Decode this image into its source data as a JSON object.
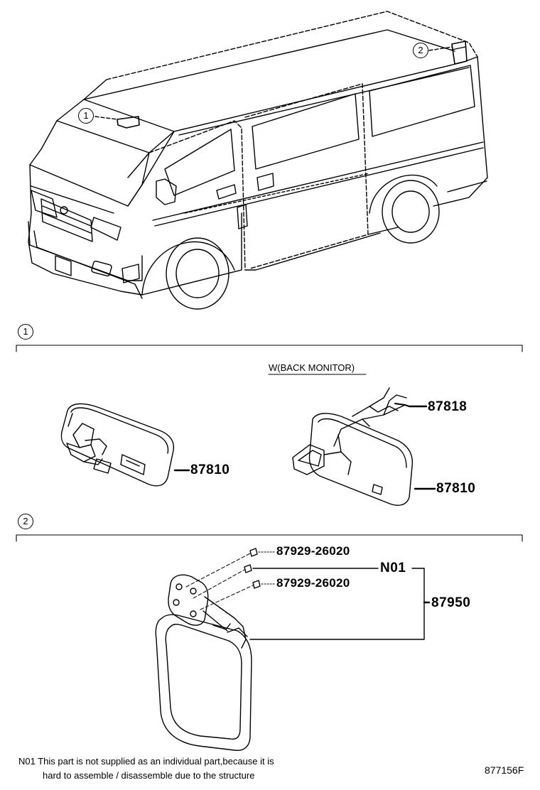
{
  "callouts": {
    "ref_1": "1",
    "ref_2": "2"
  },
  "sections": {
    "section_1_marker": "1",
    "section_2_marker": "2"
  },
  "caption_back_monitor": "W(BACK MONITOR)",
  "parts": {
    "p87818": "87818",
    "p87810_left": "87810",
    "p87810_right": "87810",
    "p87929_a": "87929-26020",
    "pN01": "N01",
    "p87929_b": "87929-26020",
    "p87950": "87950"
  },
  "note": {
    "line1": "N01 This part is not supplied as an individual part,because it is",
    "line2": "hard to assemble / disassemble due to the structure"
  },
  "illustration_code": "877156F"
}
